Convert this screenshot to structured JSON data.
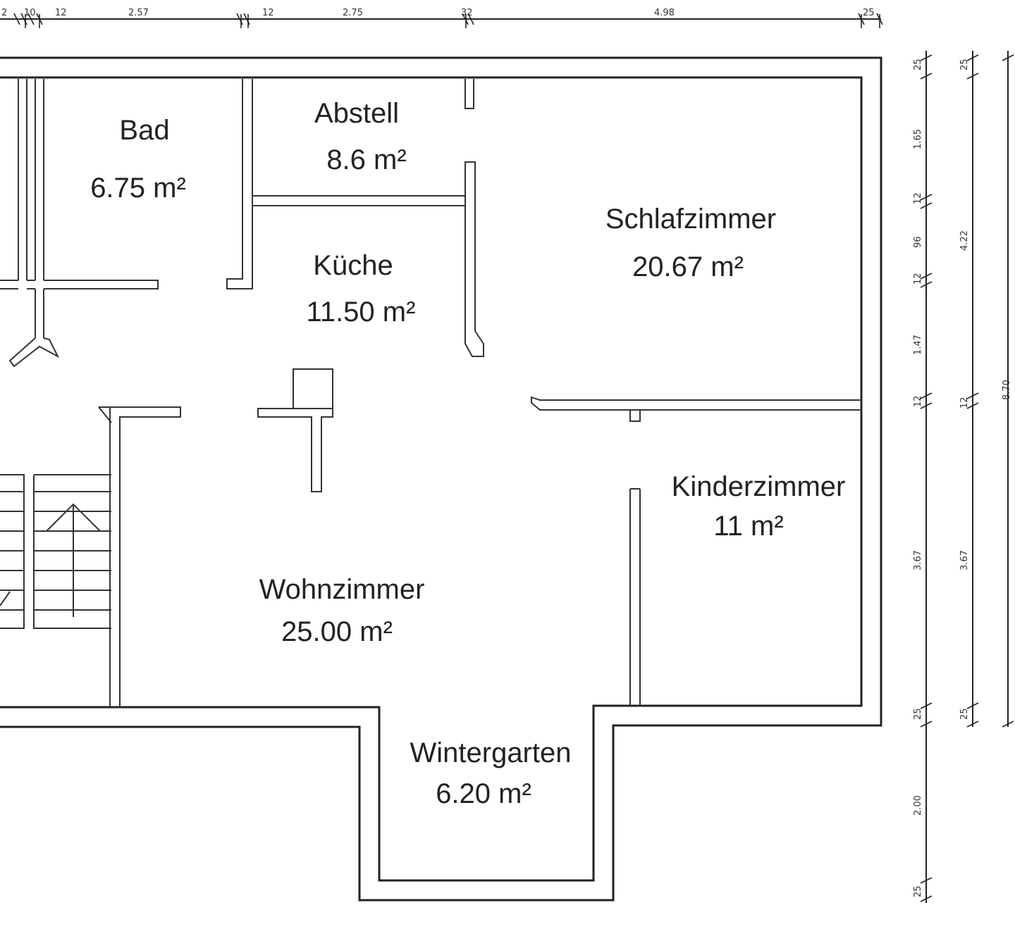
{
  "rooms": {
    "bad": {
      "name": "Bad",
      "area": "6.75 m²"
    },
    "abstell": {
      "name": "Abstell",
      "area": "8.6 m²"
    },
    "kueche": {
      "name": "Küche",
      "area": "11.50 m²"
    },
    "schlafzimmer": {
      "name": "Schlafzimmer",
      "area": "20.67 m²"
    },
    "kinderzimmer": {
      "name": "Kinderzimmer",
      "area": "11 m²"
    },
    "wohnzimmer": {
      "name": "Wohnzimmer",
      "area": "25.00 m²"
    },
    "wintergarten": {
      "name": "Wintergarten",
      "area": "6.20 m²"
    }
  },
  "dimensions": {
    "top": [
      "2",
      "10",
      "12",
      "2.57",
      "12",
      "2.75",
      "32",
      "4.98",
      "25"
    ],
    "right_1": [
      "25",
      "1.65",
      "12",
      "96",
      "12",
      "1.47",
      "12",
      "3.67",
      "25",
      "2.00",
      "25"
    ],
    "right_2": [
      "25",
      "4.22",
      "12",
      "3.67",
      "25"
    ],
    "right_3": [
      "8.70"
    ]
  }
}
